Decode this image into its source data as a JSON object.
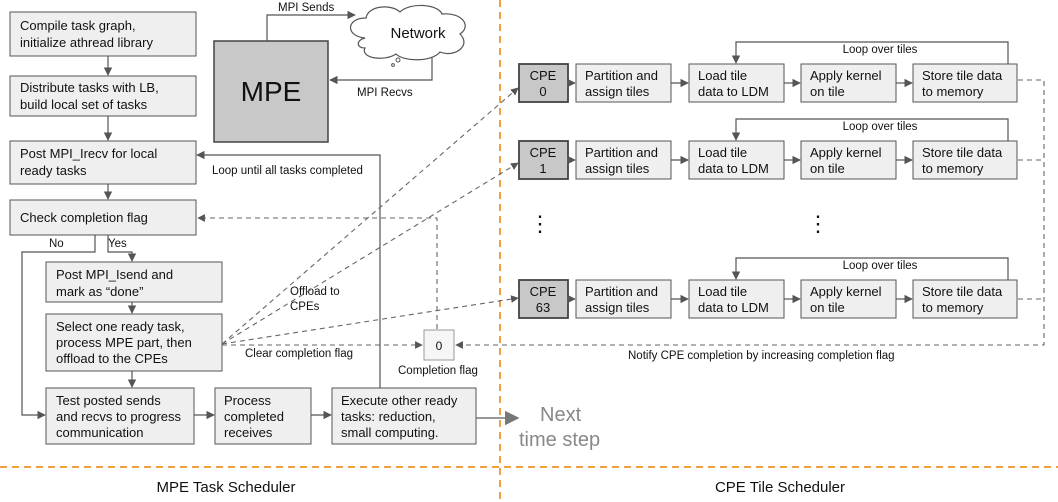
{
  "left": {
    "box1": [
      "Compile task graph,",
      "initialize athread library"
    ],
    "box2": [
      "Distribute tasks with LB,",
      "build local set of tasks"
    ],
    "box3": [
      "Post MPI_Irecv for local",
      "ready tasks"
    ],
    "box4": "Check completion flag",
    "box5": [
      "Post MPI_Isend and",
      "mark as “done”"
    ],
    "box6": [
      "Select one ready task,",
      "process MPE part, then",
      "offload to the CPEs"
    ],
    "box7": [
      "Test posted sends",
      "and recvs to progress",
      "communication"
    ],
    "box8": [
      "Process",
      "completed",
      "receives"
    ],
    "box9": [
      "Execute other ready",
      "tasks: reduction,",
      "small computing."
    ],
    "no": "No",
    "yes": "Yes",
    "loop_label": "Loop until all tasks completed",
    "clear_label": "Clear completion flag",
    "offload_label": [
      "Offload to",
      "CPEs"
    ],
    "next_label": [
      "Next",
      "time step"
    ]
  },
  "mpe": {
    "label": "MPE",
    "sends": "MPI Sends",
    "recvs": "MPI Recvs",
    "network": "Network"
  },
  "flag": {
    "value": "0",
    "label": "Completion flag"
  },
  "cpe_rows": [
    {
      "cpe": [
        "CPE",
        "0"
      ]
    },
    {
      "cpe": [
        "CPE",
        "1"
      ]
    },
    {
      "cpe": [
        "CPE",
        "63"
      ]
    }
  ],
  "cpe_steps": {
    "partition": [
      "Partition and",
      "assign tiles"
    ],
    "load": [
      "Load tile",
      "data to LDM"
    ],
    "apply": [
      "Apply kernel",
      "on tile"
    ],
    "store": [
      "Store tile data",
      "to memory"
    ],
    "loop": "Loop over tiles"
  },
  "ellipsis": "⋮",
  "notify_label": "Notify CPE completion by increasing completion flag",
  "footer": {
    "left": "MPE Task Scheduler",
    "right": "CPE Tile Scheduler"
  },
  "colors": {
    "divider": "#f0a040",
    "mpe_fill": "#c8c8c8",
    "box_fill": "#efefef"
  }
}
